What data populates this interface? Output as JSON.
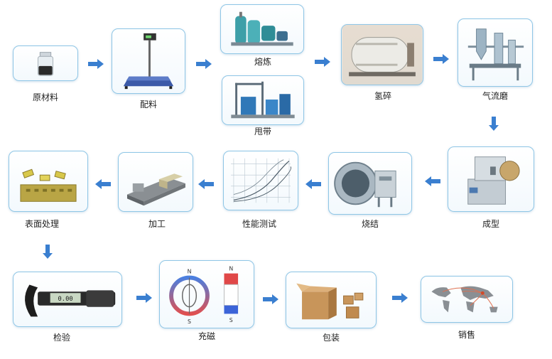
{
  "colors": {
    "arrow": "#3a7fd0",
    "border": "#8fc6e6"
  },
  "steps": {
    "raw_material": "原材料",
    "batching": "配料",
    "smelting": "熔炼",
    "strip_casting": "甩带",
    "hydrogen_decrepitation": "氢碎",
    "jet_milling": "气流磨",
    "forming": "成型",
    "sintering": "烧结",
    "performance_test": "性能测试",
    "machining": "加工",
    "surface_treatment": "表面处理",
    "inspection": "检验",
    "magnetizing": "充磁",
    "packaging": "包装",
    "sales": "销售"
  },
  "magnet_poles": {
    "north": "N",
    "south": "S"
  },
  "gauge_reading": "0.00"
}
